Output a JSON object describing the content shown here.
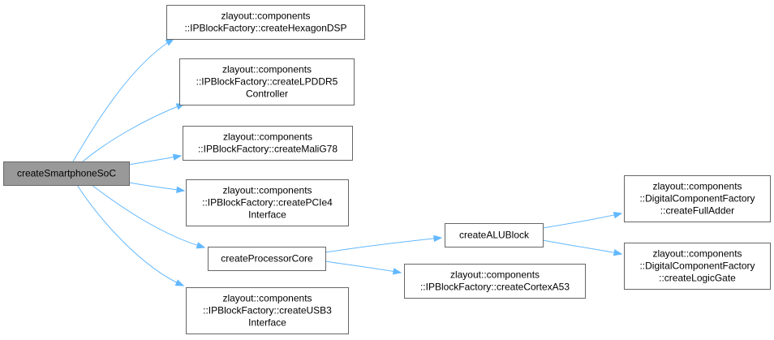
{
  "graph": {
    "edge_color": "#63b8ff",
    "root_fill": "#999999",
    "node_border": "#666666",
    "nodes": [
      {
        "id": "root",
        "lines": [
          "createSmartphoneSoC"
        ],
        "root": true
      },
      {
        "id": "hexagon",
        "lines": [
          "zlayout::components",
          "::IPBlockFactory::createHexagonDSP"
        ]
      },
      {
        "id": "lpddr5",
        "lines": [
          "zlayout::components",
          "::IPBlockFactory::createLPDDR5",
          "Controller"
        ]
      },
      {
        "id": "malig78",
        "lines": [
          "zlayout::components",
          "::IPBlockFactory::createMaliG78"
        ]
      },
      {
        "id": "pcie4",
        "lines": [
          "zlayout::components",
          "::IPBlockFactory::createPCIe4",
          "Interface"
        ]
      },
      {
        "id": "proccore",
        "lines": [
          "createProcessorCore"
        ]
      },
      {
        "id": "usb3",
        "lines": [
          "zlayout::components",
          "::IPBlockFactory::createUSB3",
          "Interface"
        ]
      },
      {
        "id": "alublock",
        "lines": [
          "createALUBlock"
        ]
      },
      {
        "id": "cortexa53",
        "lines": [
          "zlayout::components",
          "::IPBlockFactory::createCortexA53"
        ]
      },
      {
        "id": "fulladder",
        "lines": [
          "zlayout::components",
          "::DigitalComponentFactory",
          "::createFullAdder"
        ]
      },
      {
        "id": "logicgate",
        "lines": [
          "zlayout::components",
          "::DigitalComponentFactory",
          "::createLogicGate"
        ]
      }
    ],
    "edges": [
      {
        "from": "root",
        "to": "hexagon"
      },
      {
        "from": "root",
        "to": "lpddr5"
      },
      {
        "from": "root",
        "to": "malig78"
      },
      {
        "from": "root",
        "to": "pcie4"
      },
      {
        "from": "root",
        "to": "proccore"
      },
      {
        "from": "root",
        "to": "usb3"
      },
      {
        "from": "proccore",
        "to": "alublock"
      },
      {
        "from": "proccore",
        "to": "cortexa53"
      },
      {
        "from": "alublock",
        "to": "fulladder"
      },
      {
        "from": "alublock",
        "to": "logicgate"
      }
    ]
  }
}
